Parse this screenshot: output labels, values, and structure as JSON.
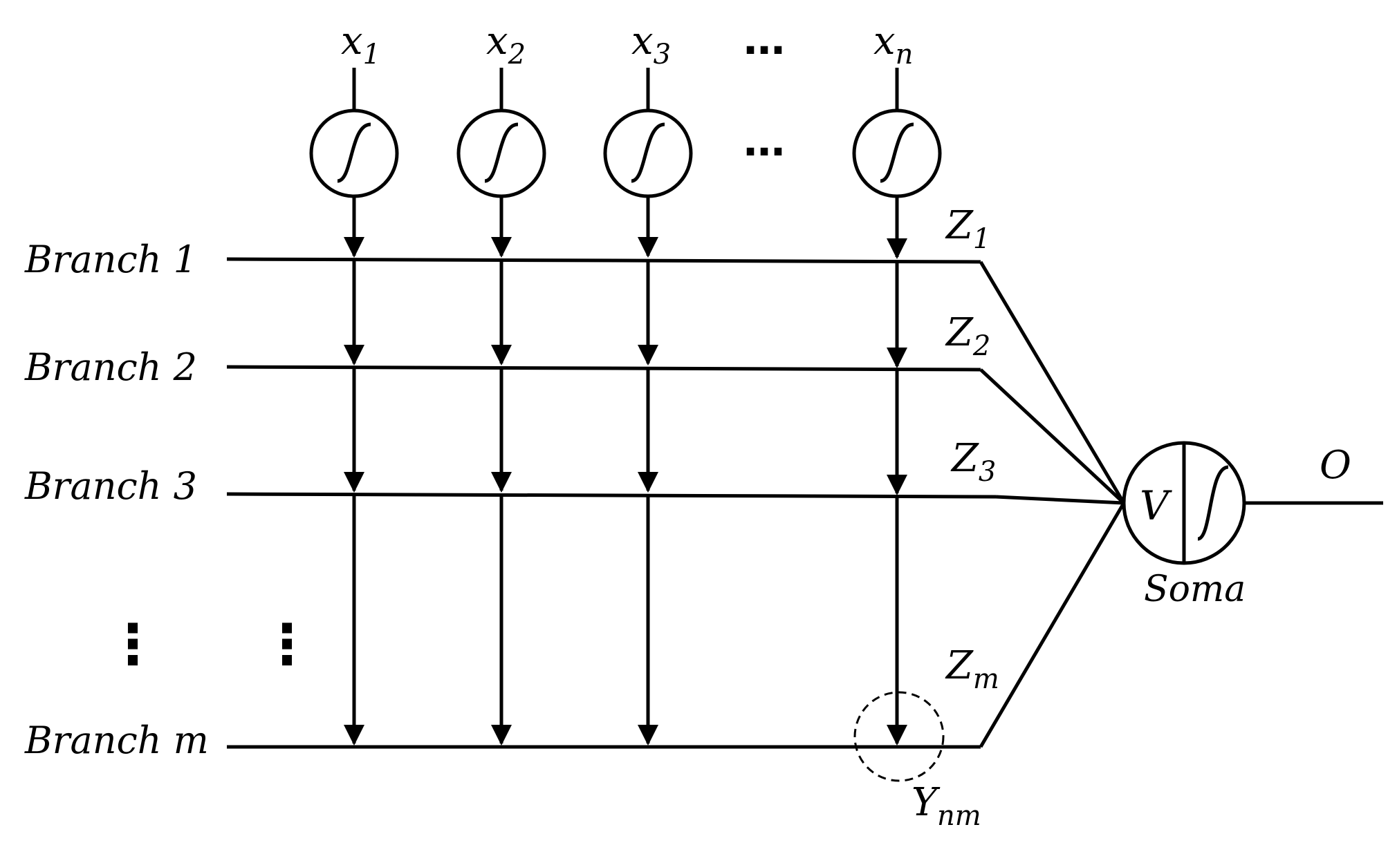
{
  "inputs": [
    {
      "base": "x",
      "sub": "1"
    },
    {
      "base": "x",
      "sub": "2"
    },
    {
      "base": "x",
      "sub": "3"
    },
    {
      "base": "x",
      "sub": "n"
    }
  ],
  "ellipsis": "…",
  "branches": [
    {
      "label": "Branch 1"
    },
    {
      "label": "Branch 2"
    },
    {
      "label": "Branch 3"
    },
    {
      "label": "Branch m"
    }
  ],
  "z_labels": [
    {
      "base": "Z",
      "sub": "1"
    },
    {
      "base": "Z",
      "sub": "2"
    },
    {
      "base": "Z",
      "sub": "3"
    },
    {
      "base": "Z",
      "sub": "m"
    }
  ],
  "vertical_ellipsis": "⋮",
  "synapse_label": {
    "base": "Y",
    "sub": "nm"
  },
  "soma": {
    "label": "Soma",
    "left_symbol": "V"
  },
  "output": {
    "label": "O"
  }
}
